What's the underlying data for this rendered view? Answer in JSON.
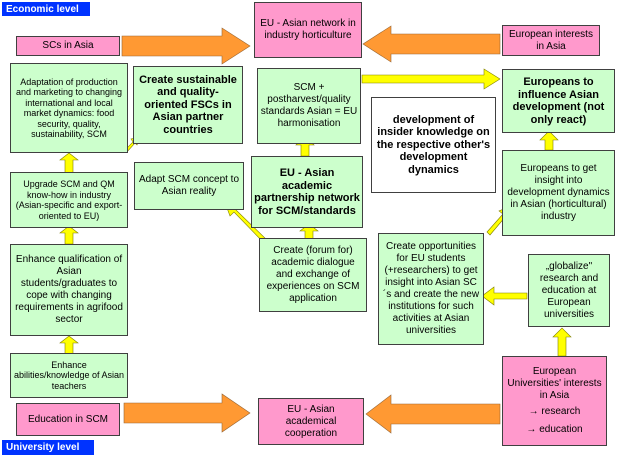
{
  "levels": {
    "economic": "Economic level",
    "university": "University level"
  },
  "boxes": {
    "eu_asian_network": "EU - Asian network in industry horticulture",
    "scs_in_asia": "SCs in Asia",
    "european_interests": "European interests in Asia",
    "adaptation": "Adaptation of production and marketing to changing international and local market dynamics: food security, quality, sustainability, SCM",
    "create_sustainable": "Create sustainable and quality-oriented FSCs in Asian partner countries",
    "scm_postharvest": "SCM + postharvest/quality standards Asian = EU harmonisation",
    "europeans_influence": "Europeans to influence Asian development (not only react)",
    "insider_knowledge": "development of insider knowledge on the respective other's development dynamics",
    "upgrade_scm": "Upgrade SCM and QM know-how in industry (Asian-specific and export-oriented to EU)",
    "adapt_scm": "Adapt SCM concept to Asian reality",
    "eu_asian_academic": "EU - Asian academic partnership network for SCM/standards",
    "europeans_insight": "Europeans to get insight into development dynamics in Asian (horticultural) industry",
    "enhance_qualification": "Enhance qualification of Asian students/graduates to cope with changing requirements in agrifood sector",
    "create_forum": "Create (forum for) academic dialogue and exchange of experiences on SCM application",
    "create_opportunities": "Create opportunities for EU students (+researchers) to get insight into Asian SC´s and create the new institutions for such activities at Asian universities",
    "globalize": "„globalize\" research and education at European universities",
    "enhance_abilities": "Enhance abilities/knowledge of Asian teachers",
    "education_in_scm": "Education in SCM",
    "eu_asian_cooperation": "EU - Asian academical cooperation",
    "european_universities": "European Universities' interests in Asia",
    "eu_research": "→ research",
    "eu_education": "→ education"
  },
  "colors": {
    "green_box": "#ccffcc",
    "pink_box": "#ff99cc",
    "level_label": "#0033ff",
    "orange_arrow": "#ff9933",
    "yellow_arrow": "#ffff00"
  }
}
